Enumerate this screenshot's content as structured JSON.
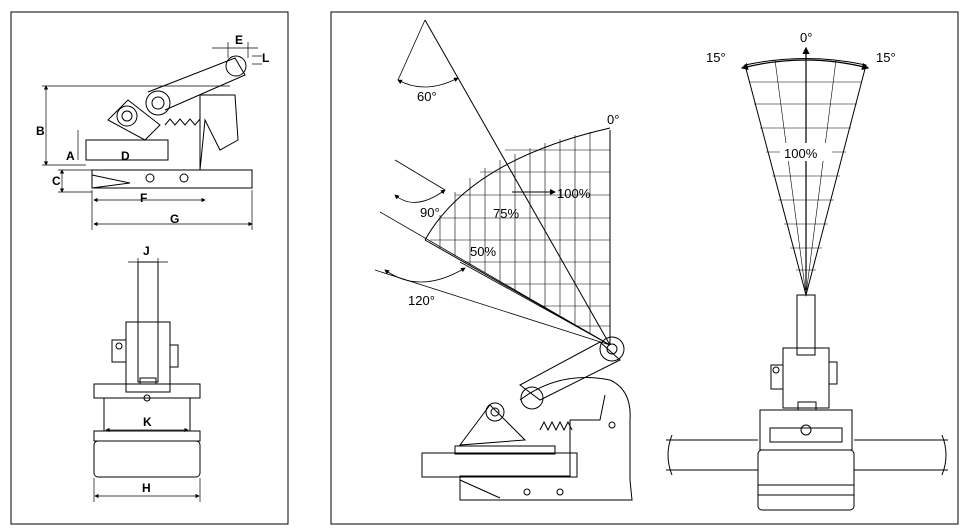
{
  "left_panel": {
    "dimension_labels": {
      "A": "A",
      "B": "B",
      "C": "C",
      "D": "D",
      "E": "E",
      "F": "F",
      "G": "G",
      "H": "H",
      "J": "J",
      "K": "K",
      "L": "L"
    }
  },
  "middle_panel": {
    "angle_60": "60°",
    "angle_90": "90°",
    "angle_120": "120°",
    "angle_0": "0°",
    "pct_100": "100%",
    "pct_75": "75%",
    "pct_50": "50%"
  },
  "right_panel": {
    "angle_0": "0°",
    "angle_15_left": "15°",
    "angle_15_right": "15°",
    "pct_100": "100%"
  }
}
